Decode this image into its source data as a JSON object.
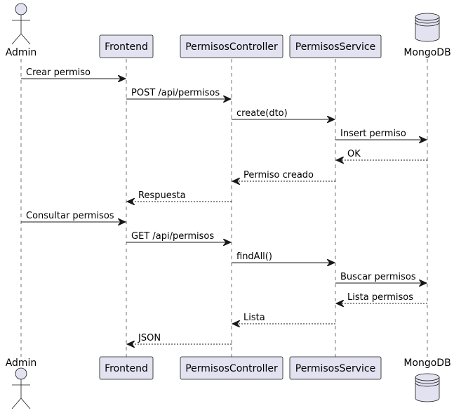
{
  "participants": [
    {
      "id": "admin",
      "label": "Admin",
      "kind": "actor"
    },
    {
      "id": "frontend",
      "label": "Frontend",
      "kind": "participant"
    },
    {
      "id": "controller",
      "label": "PermisosController",
      "kind": "participant"
    },
    {
      "id": "service",
      "label": "PermisosService",
      "kind": "participant"
    },
    {
      "id": "mongodb",
      "label": "MongoDB",
      "kind": "database"
    }
  ],
  "messages": [
    {
      "from": "admin",
      "to": "frontend",
      "label": "Crear permiso",
      "style": "solid"
    },
    {
      "from": "frontend",
      "to": "controller",
      "label": "POST /api/permisos",
      "style": "solid"
    },
    {
      "from": "controller",
      "to": "service",
      "label": "create(dto)",
      "style": "solid"
    },
    {
      "from": "service",
      "to": "mongodb",
      "label": "Insert permiso",
      "style": "solid"
    },
    {
      "from": "mongodb",
      "to": "service",
      "label": "OK",
      "style": "dashed"
    },
    {
      "from": "service",
      "to": "controller",
      "label": "Permiso creado",
      "style": "dashed"
    },
    {
      "from": "controller",
      "to": "frontend",
      "label": "Respuesta",
      "style": "dashed"
    },
    {
      "from": "admin",
      "to": "frontend",
      "label": "Consultar permisos",
      "style": "solid"
    },
    {
      "from": "frontend",
      "to": "controller",
      "label": "GET /api/permisos",
      "style": "solid"
    },
    {
      "from": "controller",
      "to": "service",
      "label": "findAll()",
      "style": "solid"
    },
    {
      "from": "service",
      "to": "mongodb",
      "label": "Buscar permisos",
      "style": "solid"
    },
    {
      "from": "mongodb",
      "to": "service",
      "label": "Lista permisos",
      "style": "dashed"
    },
    {
      "from": "service",
      "to": "controller",
      "label": "Lista",
      "style": "dashed"
    },
    {
      "from": "controller",
      "to": "frontend",
      "label": "JSON",
      "style": "dashed"
    }
  ]
}
